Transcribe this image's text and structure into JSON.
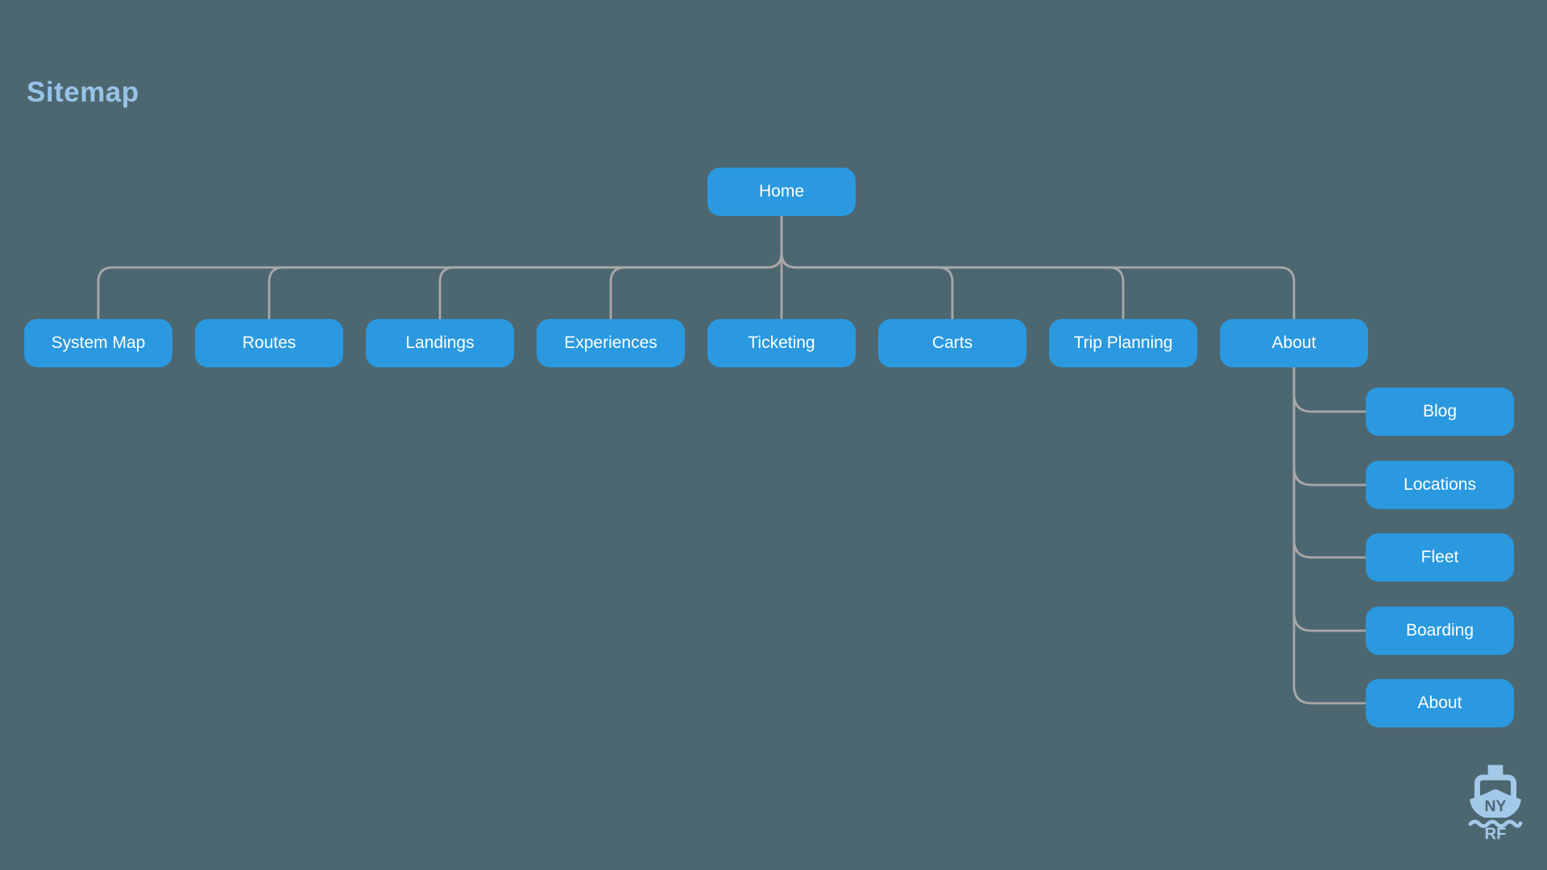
{
  "page": {
    "title": "Sitemap"
  },
  "colors": {
    "background": "#4D6771",
    "node_fill": "#2A99E0",
    "node_text": "#FFFFFF",
    "connector": "#A8A8A8",
    "title_text": "#98C3E8",
    "logo": "#A3C9E9"
  },
  "sitemap": {
    "root": {
      "label": "Home"
    },
    "children": [
      {
        "label": "System Map"
      },
      {
        "label": "Routes"
      },
      {
        "label": "Landings"
      },
      {
        "label": "Experiences"
      },
      {
        "label": "Ticketing"
      },
      {
        "label": "Carts"
      },
      {
        "label": "Trip Planning"
      },
      {
        "label": "About"
      }
    ],
    "about_children": [
      {
        "label": "Blog"
      },
      {
        "label": "Locations"
      },
      {
        "label": "Fleet"
      },
      {
        "label": "Boarding"
      },
      {
        "label": "About"
      }
    ]
  },
  "logo": {
    "line1": "NY",
    "line2": "RF"
  }
}
